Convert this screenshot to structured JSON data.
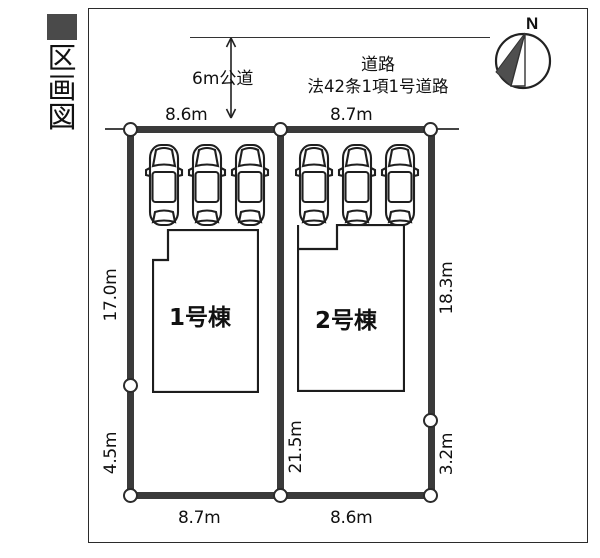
{
  "title_block": {
    "label": "区画図",
    "marker_color": "#4a4a4a"
  },
  "compass": {
    "north_label": "N",
    "icon": "compass-rose-icon"
  },
  "road": {
    "width_label": "6m公道",
    "name_line1": "道路",
    "name_line2": "法42条1項1号道路"
  },
  "dimensions": {
    "top_left": "8.6m",
    "top_right": "8.7m",
    "bottom_left": "8.7m",
    "bottom_right": "8.6m",
    "left_upper": "17.0m",
    "left_lower": "4.5m",
    "right_upper": "18.3m",
    "right_lower": "3.2m",
    "center_divider": "21.5m"
  },
  "buildings": [
    {
      "label": "1号棟",
      "parking_spaces": 3
    },
    {
      "label": "2号棟",
      "parking_spaces": 3
    }
  ],
  "colors": {
    "boundary": "#3a3a3a",
    "building_outline": "#1d1d1d",
    "text": "#111111",
    "background": "#ffffff"
  }
}
